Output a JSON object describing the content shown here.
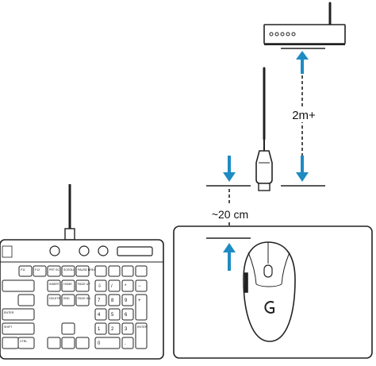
{
  "labels": {
    "distance_long": "2m+",
    "distance_short": "~20 cm"
  },
  "keyboard_keys": {
    "f11": "F11",
    "f12": "F12",
    "prtsc": "PRT SC",
    "scroll": "SCROLL LOCK",
    "pause": "PAUSE BREAK",
    "insert": "INSERT",
    "home": "HOME",
    "pgup": "PAGE UP",
    "delete": "DELETE",
    "end": "END",
    "pgdn": "PAGE DN",
    "enter": "ENTER",
    "shift": "SHIFT",
    "ctrl": "CTRL",
    "numlock": "⇩",
    "slash": "/",
    "star": "*",
    "minus": "−",
    "plus": "+",
    "n7": "7",
    "n8": "8",
    "n9": "9",
    "n4": "4",
    "n5": "5",
    "n6": "6",
    "n1": "1",
    "n2": "2",
    "n3": "3",
    "n0": "0",
    "dot": "."
  },
  "colors": {
    "line": "#222222",
    "arrow": "#1E8BC3",
    "key_fill": "#ffffff",
    "device_fill": "#f7f7f7"
  },
  "icons": [
    "receiver-icon",
    "usb-extender-icon",
    "usb-plug-icon",
    "keyboard-icon",
    "mouse-icon",
    "logitech-g-logo-icon",
    "mousepad-icon"
  ]
}
